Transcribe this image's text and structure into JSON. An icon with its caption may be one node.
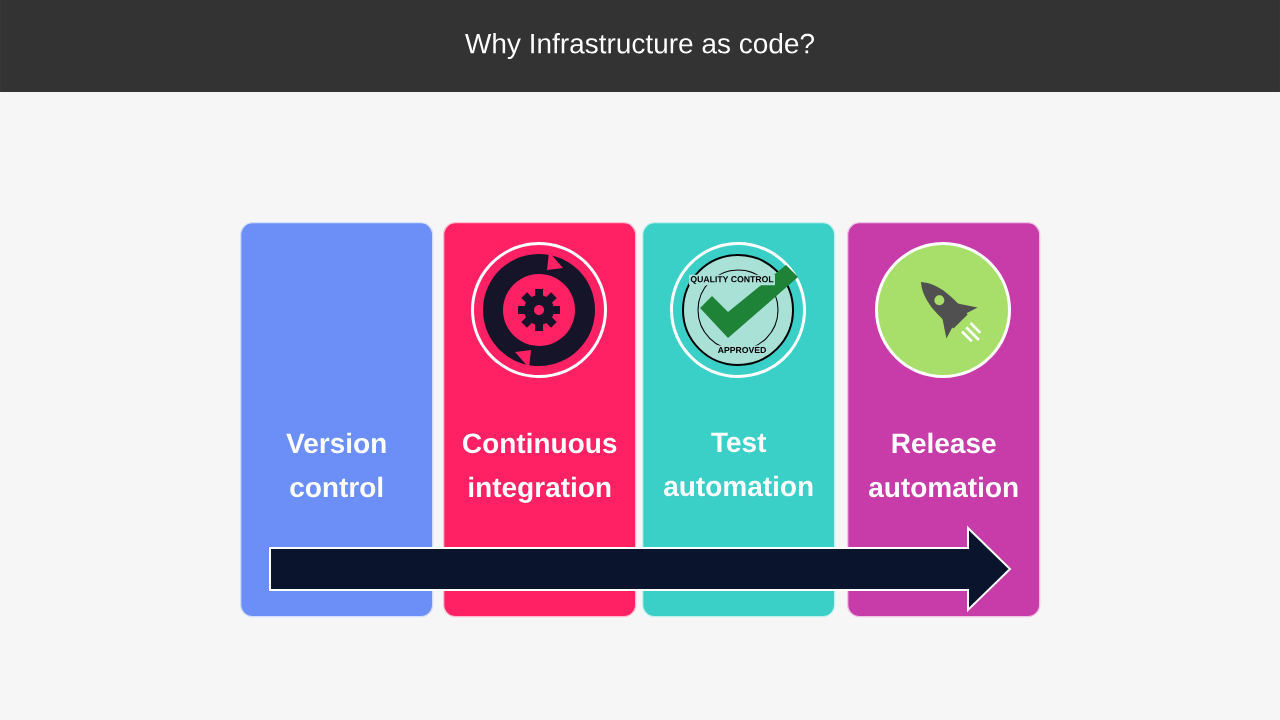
{
  "diagram": {
    "title": "Why Infrastructure as code?",
    "nodes": [
      {
        "text": [
          "Version control"
        ]
      },
      {
        "text": [
          "Continuous integration"
        ]
      },
      {
        "text": [
          "Test automation"
        ]
      },
      {
        "text": [
          "Release automation"
        ]
      }
    ],
    "labels": [
      "QUALITY CONTROL",
      "APPROVED"
    ]
  }
}
